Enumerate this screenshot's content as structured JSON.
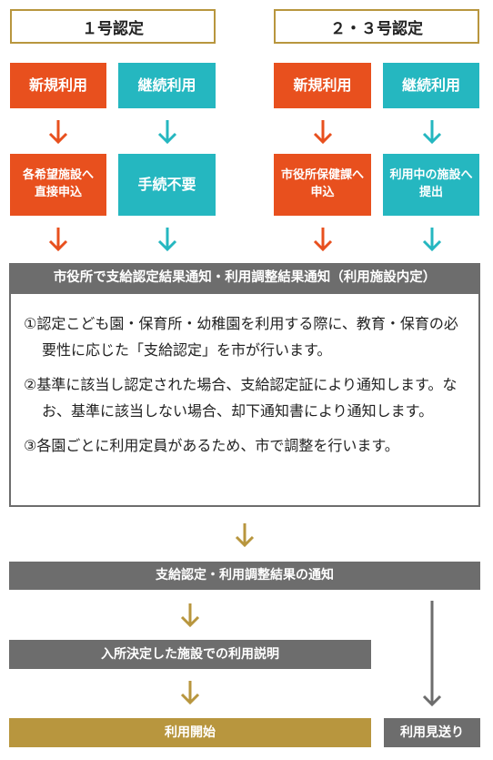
{
  "headers": {
    "left": "１号認定",
    "right": "２・３号認定"
  },
  "row1": {
    "l1": "新規利用",
    "l2": "継続利用",
    "r1": "新規利用",
    "r2": "継続利用"
  },
  "row2": {
    "l1": "各希望施設へ\n直接申込",
    "l2": "手続不要",
    "r1": "市役所保健課へ\n申込",
    "r2": "利用中の施設へ\n提出"
  },
  "notice_bar": "市役所で支給認定結果通知・利用調整結果通知（利用施設内定）",
  "notice_items": [
    "①認定こども園・保育所・幼稚園を利用する際に、教育・保育の必要性に応じた「支給認定」を市が行います。",
    "②基準に該当し認定された場合、支給認定証により通知します。なお、基準に該当しない場合、却下通知書により通知します。",
    "③各園ごとに利用定員があるため、市で調整を行います。"
  ],
  "result_bar": "支給認定・利用調整結果の通知",
  "explain_bar": "入所決定した施設での利用説明",
  "start_bar": "利用開始",
  "skip_bar": "利用見送り",
  "colors": {
    "red": "#e8501e",
    "teal": "#25b7c0",
    "gray": "#6d6d6d",
    "gold": "#b8963e"
  }
}
